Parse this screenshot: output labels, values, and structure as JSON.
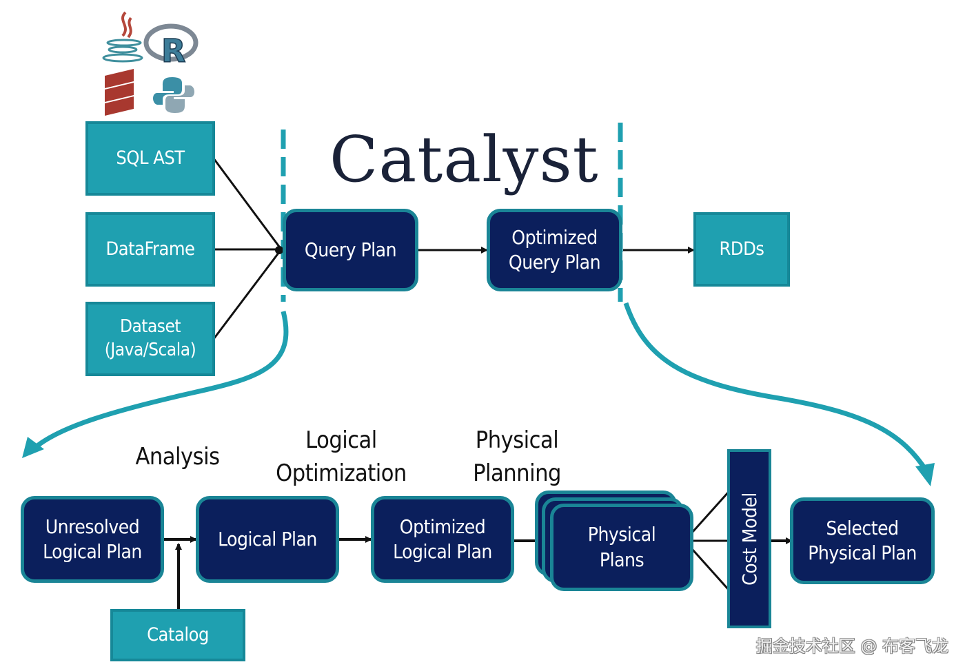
{
  "title": "Catalyst",
  "language_icons": [
    {
      "name": "java-icon",
      "label": "Java"
    },
    {
      "name": "r-icon",
      "label": "R"
    },
    {
      "name": "scala-icon",
      "label": "Scala"
    },
    {
      "name": "python-icon",
      "label": "Python"
    }
  ],
  "inputs": [
    {
      "label": "SQL AST"
    },
    {
      "label": "DataFrame"
    },
    {
      "label": "Dataset\n(Java/Scala)"
    }
  ],
  "top_flow": {
    "query_plan": "Query Plan",
    "optimized_query_plan": "Optimized\nQuery Plan",
    "rdds": "RDDs"
  },
  "stages": {
    "analysis": "Analysis",
    "logical_optimization": "Logical\nOptimization",
    "physical_planning": "Physical\nPlanning"
  },
  "bottom_flow": {
    "unresolved_logical_plan": "Unresolved\nLogical Plan",
    "logical_plan": "Logical Plan",
    "optimized_logical_plan": "Optimized\nLogical Plan",
    "physical_plans": "Physical\nPlans",
    "cost_model": "Cost Model",
    "selected_physical_plan": "Selected\nPhysical Plan",
    "catalog": "Catalog"
  },
  "colors": {
    "teal": "#1fa0b0",
    "navy": "#0b1f5c",
    "border_teal": "#1a8596",
    "arrow": "#111111"
  },
  "watermark": "掘金技术社区 @ 布客飞龙"
}
